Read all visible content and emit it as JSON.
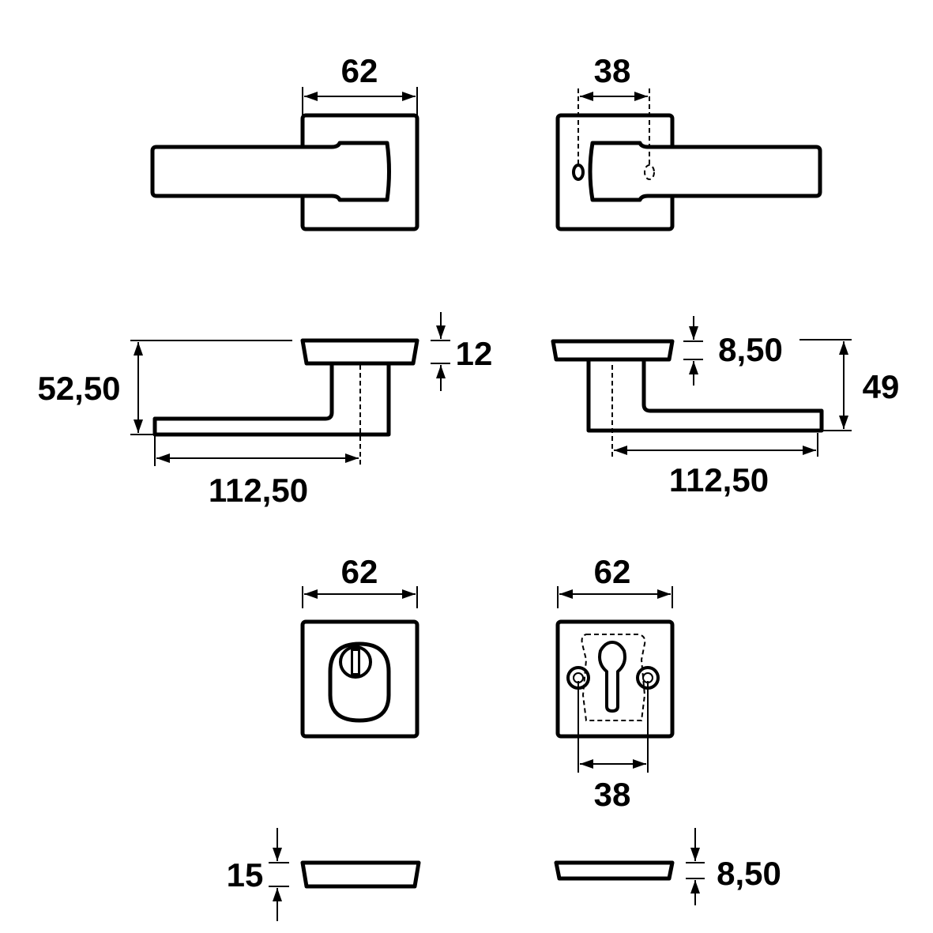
{
  "top_left_view": {
    "rose_width": "62"
  },
  "top_right_view": {
    "screw_spacing": "38"
  },
  "side_left_view": {
    "height": "52,50",
    "rose_thickness": "12",
    "lever_length": "112,50"
  },
  "side_right_view": {
    "rose_thickness": "8,50",
    "height": "49",
    "lever_length": "112,50"
  },
  "escutcheon_left": {
    "width": "62",
    "profile_thickness": "15"
  },
  "escutcheon_right": {
    "width": "62",
    "screw_spacing": "38",
    "profile_thickness": "8,50"
  }
}
